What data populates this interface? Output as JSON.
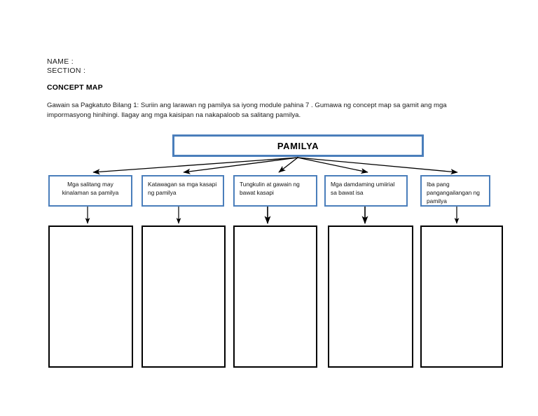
{
  "header": {
    "name_label": "NAME :",
    "section_label": "SECTION :",
    "title": "CONCEPT MAP",
    "instructions": "Gawain sa Pagkatuto Bilang 1: Suriin ang larawan ng pamilya sa iyong module pahina 7 . Gumawa ng concept map sa gamit ang mga impormasyong hinihingi. Ilagay ang mga kaisipan na nakapaloob sa salitang pamilya."
  },
  "concept_map": {
    "root": {
      "label": "PAMILYA"
    },
    "branches": [
      {
        "label": "Mga salitang may kinalaman sa pamilya",
        "align": "center"
      },
      {
        "label": "Katawagan sa mga kasapi ng pamilya",
        "align": "left"
      },
      {
        "label": "Tungkulin at gawain ng bawat kasapi",
        "align": "left"
      },
      {
        "label": "Mga damdaming umiirial sa bawat isa",
        "align": "left"
      },
      {
        "label": "Iba pang pangangailangan ng pamilya",
        "align": "left"
      }
    ],
    "answer_boxes": [
      "",
      "",
      "",
      "",
      ""
    ]
  },
  "colors": {
    "box_blue": "#4a7ebb",
    "answer_border": "#000000",
    "arrow": "#000000",
    "page_background": "#ffffff"
  }
}
